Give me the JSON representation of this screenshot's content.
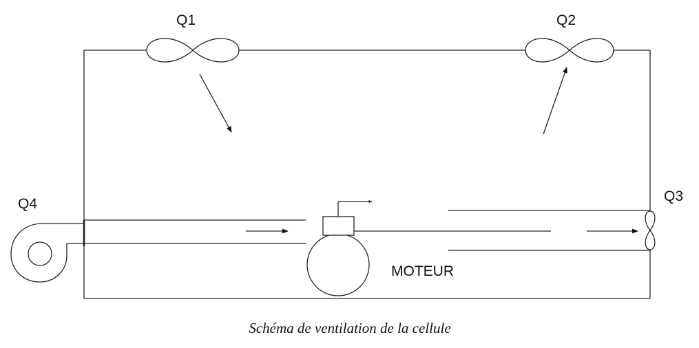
{
  "labels": {
    "q1": "Q1",
    "q2": "Q2",
    "q3": "Q3",
    "q4": "Q4",
    "motor": "MOTEUR"
  },
  "caption": "Schéma de ventilation de la cellule",
  "icons": {
    "fan": "propeller-fan-icon",
    "blower": "centrifugal-blower-icon",
    "motor": "motor-icon"
  }
}
